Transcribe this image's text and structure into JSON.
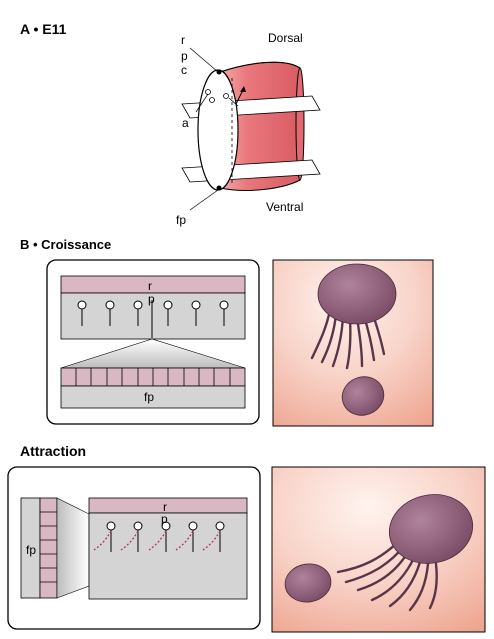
{
  "panel_a": {
    "heading": "A • E11",
    "labels": {
      "r": "r",
      "p": "p",
      "c": "c",
      "a": "a",
      "fp": "fp",
      "dorsal": "Dorsal",
      "ventral": "Ventral"
    }
  },
  "panel_b": {
    "heading": "B • Croissance",
    "labels": {
      "r": "r",
      "p": "p",
      "fp": "fp"
    }
  },
  "panel_c": {
    "heading": "Attraction",
    "labels": {
      "r": "r",
      "p": "p",
      "fp": "fp"
    }
  },
  "colors": {
    "tube_pink": "#e8777b",
    "roof_plate": "#d9b8c4",
    "tissue_grey": "#d4d4d4",
    "cell_body": "#8a5a74",
    "axon_dotted": "#b0306a",
    "photo_bg": "#f6c8bd"
  }
}
